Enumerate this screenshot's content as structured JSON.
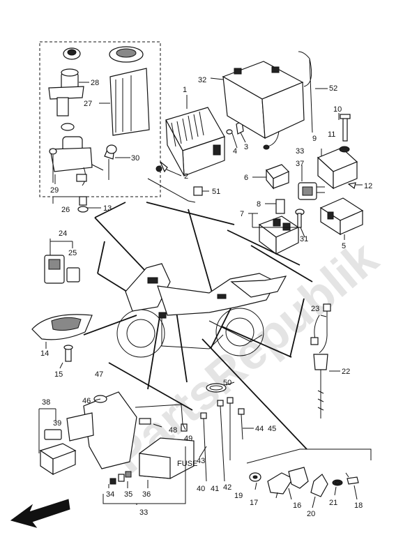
{
  "watermark": "PartsRepublik",
  "callouts": {
    "c1": "1",
    "c2": "2",
    "c3": "3",
    "c4": "4",
    "c5": "5",
    "c6": "6",
    "c7": "7",
    "c8": "8",
    "c9": "9",
    "c10": "10",
    "c11": "11",
    "c12": "12",
    "c13": "13",
    "c14": "14",
    "c15": "15",
    "c16": "16",
    "c17": "17",
    "c18": "18",
    "c19": "19",
    "c20": "20",
    "c21": "21",
    "c22": "22",
    "c23": "23",
    "c24": "24",
    "c25": "25",
    "c26": "26",
    "c27": "27",
    "c28": "28",
    "c29": "29",
    "c30": "30",
    "c31": "31",
    "c32": "32",
    "c33a": "33",
    "c33b": "33",
    "c34": "34",
    "c35": "35",
    "c36": "36",
    "c37": "37",
    "c38": "38",
    "c39": "39",
    "c40": "40",
    "c41": "41",
    "c42": "42",
    "c43": "43",
    "c44": "44",
    "c45": "45",
    "c46": "46",
    "c47": "47",
    "c48": "48",
    "c49": "49",
    "c50": "50",
    "c51": "51",
    "c52": "52"
  },
  "fuse_box_label": "FUSE",
  "icons": {
    "front_arrow": "arrow-left-icon"
  }
}
